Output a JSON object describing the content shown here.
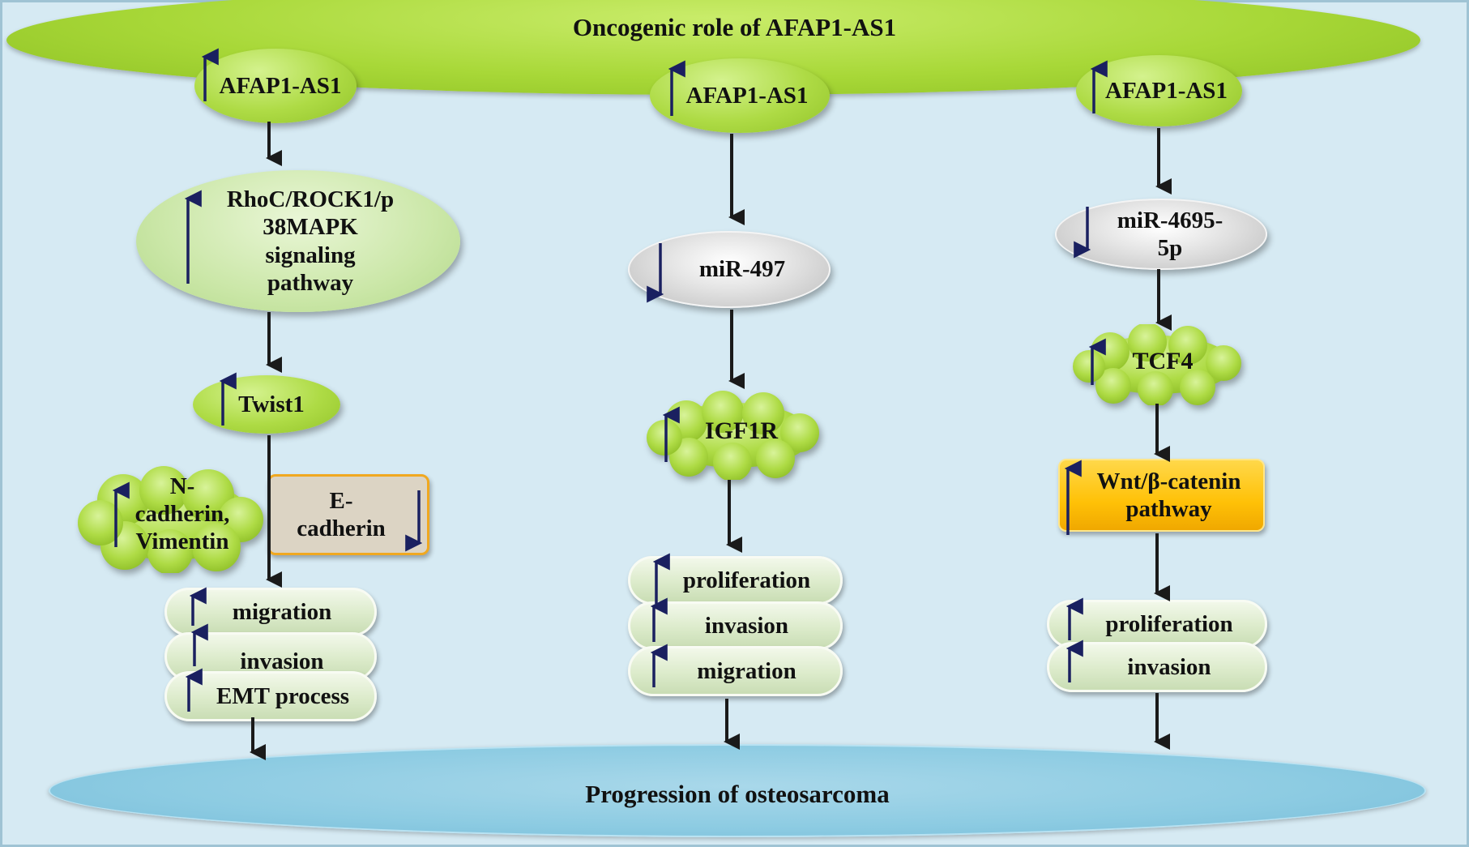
{
  "title": "Oncogenic role of AFAP1-AS1",
  "bottom": "Progression of osteosarcoma",
  "colors": {
    "up_arrow": "#1a2060",
    "flow_arrow": "#1a1a1a",
    "green": "#a8d838",
    "blue": "#8ccbe2",
    "orange": "#f0a820",
    "yellow": "#ffc107"
  },
  "pathway1": {
    "source": "AFAP1-AS1",
    "signaling": [
      "RhoC/ROCK1/p",
      "38MAPK",
      "signaling",
      "pathway"
    ],
    "twist": "Twist1",
    "ncad": [
      "N-",
      "cadherin,",
      "Vimentin"
    ],
    "ecad": [
      "E-",
      "cadherin"
    ],
    "outcomes": [
      "migration",
      "invasion",
      "EMT process"
    ]
  },
  "pathway2": {
    "source": "AFAP1-AS1",
    "mirna": "miR-497",
    "target": "IGF1R",
    "outcomes": [
      "proliferation",
      "invasion",
      "migration"
    ]
  },
  "pathway3": {
    "source": "AFAP1-AS1",
    "mirna": [
      "miR-4695-",
      "5p"
    ],
    "target": "TCF4",
    "wnt": [
      "Wnt/β-catenin",
      "pathway"
    ],
    "outcomes": [
      "proliferation",
      "invasion"
    ]
  }
}
